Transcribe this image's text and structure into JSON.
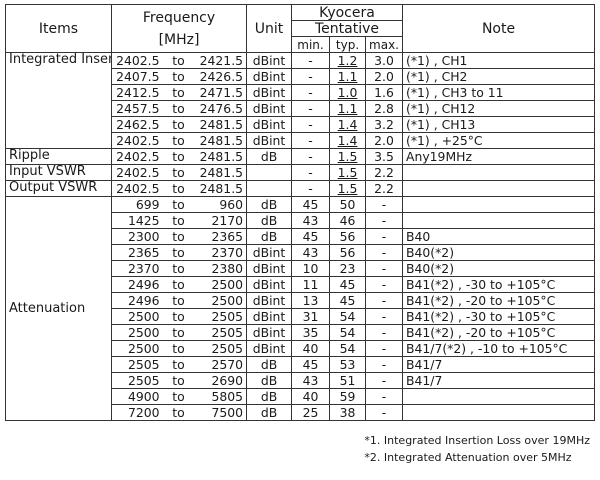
{
  "header": {
    "items": "Items",
    "frequency": "Frequency",
    "frequency_unit": "[MHz]",
    "unit": "Unit",
    "maker": "Kyocera",
    "tentative": "Tentative",
    "note": "Note",
    "min": "min.",
    "typ": "typ.",
    "max": "max."
  },
  "groups": [
    {
      "item": "Integrated Insertion Loss",
      "rows": [
        {
          "from": "2402.5",
          "to": "2421.5",
          "unit": "dBint",
          "min": "-",
          "typ": "1.2",
          "max": "3.0",
          "note": "(*1) , CH1"
        },
        {
          "from": "2407.5",
          "to": "2426.5",
          "unit": "dBint",
          "min": "-",
          "typ": "1.1",
          "max": "2.0",
          "note": "(*1) , CH2"
        },
        {
          "from": "2412.5",
          "to": "2471.5",
          "unit": "dBint",
          "min": "-",
          "typ": "1.0",
          "max": "1.6",
          "note": "(*1) , CH3 to 11"
        },
        {
          "from": "2457.5",
          "to": "2476.5",
          "unit": "dBint",
          "min": "-",
          "typ": "1.1",
          "max": "2.8",
          "note": "(*1) , CH12"
        },
        {
          "from": "2462.5",
          "to": "2481.5",
          "unit": "dBint",
          "min": "-",
          "typ": "1.4",
          "max": "3.2",
          "note": "(*1) , CH13"
        },
        {
          "from": "2402.5",
          "to": "2481.5",
          "unit": "dBint",
          "min": "-",
          "typ": "1.4",
          "max": "2.0",
          "note": "(*1) , +25°C"
        }
      ]
    },
    {
      "item": "Ripple",
      "rows": [
        {
          "from": "2402.5",
          "to": "2481.5",
          "unit": "dB",
          "min": "-",
          "typ": "1.5",
          "max": "3.5",
          "note": "Any19MHz"
        }
      ]
    },
    {
      "item": "Input VSWR",
      "rows": [
        {
          "from": "2402.5",
          "to": "2481.5",
          "unit": "",
          "min": "-",
          "typ": "1.5",
          "max": "2.2",
          "note": ""
        }
      ]
    },
    {
      "item": "Output VSWR",
      "rows": [
        {
          "from": "2402.5",
          "to": "2481.5",
          "unit": "",
          "min": "-",
          "typ": "1.5",
          "max": "2.2",
          "note": ""
        }
      ]
    },
    {
      "item": "Attenuation",
      "rows": [
        {
          "from": "699",
          "to": "960",
          "unit": "dB",
          "min": "45",
          "typ": "50",
          "max": "-",
          "note": ""
        },
        {
          "from": "1425",
          "to": "2170",
          "unit": "dB",
          "min": "43",
          "typ": "46",
          "max": "-",
          "note": ""
        },
        {
          "from": "2300",
          "to": "2365",
          "unit": "dB",
          "min": "45",
          "typ": "56",
          "max": "-",
          "note": "B40"
        },
        {
          "from": "2365",
          "to": "2370",
          "unit": "dBint",
          "min": "43",
          "typ": "56",
          "max": "-",
          "note": "B40(*2)"
        },
        {
          "from": "2370",
          "to": "2380",
          "unit": "dBint",
          "min": "10",
          "typ": "23",
          "max": "-",
          "note": "B40(*2)"
        },
        {
          "from": "2496",
          "to": "2500",
          "unit": "dBint",
          "min": "11",
          "typ": "45",
          "max": "-",
          "note": "B41(*2) , -30 to +105°C"
        },
        {
          "from": "2496",
          "to": "2500",
          "unit": "dBint",
          "min": "13",
          "typ": "45",
          "max": "-",
          "note": "B41(*2) , -20 to +105°C"
        },
        {
          "from": "2500",
          "to": "2505",
          "unit": "dBint",
          "min": "31",
          "typ": "54",
          "max": "-",
          "note": "B41(*2) , -30 to +105°C"
        },
        {
          "from": "2500",
          "to": "2505",
          "unit": "dBint",
          "min": "35",
          "typ": "54",
          "max": "-",
          "note": "B41(*2) , -20 to +105°C"
        },
        {
          "from": "2500",
          "to": "2505",
          "unit": "dBint",
          "min": "40",
          "typ": "54",
          "max": "-",
          "note": "B41/7(*2) , -10 to +105°C"
        },
        {
          "from": "2505",
          "to": "2570",
          "unit": "dB",
          "min": "45",
          "typ": "53",
          "max": "-",
          "note": "B41/7"
        },
        {
          "from": "2505",
          "to": "2690",
          "unit": "dB",
          "min": "43",
          "typ": "51",
          "max": "-",
          "note": "B41/7"
        },
        {
          "from": "4900",
          "to": "5805",
          "unit": "dB",
          "min": "40",
          "typ": "59",
          "max": "-",
          "note": ""
        },
        {
          "from": "7200",
          "to": "7500",
          "unit": "dB",
          "min": "25",
          "typ": "38",
          "max": "-",
          "note": ""
        }
      ]
    }
  ],
  "to_word": "to",
  "footnotes": [
    "*1. Integrated Insertion Loss over 19MHz",
    "*2. Integrated Attenuation over 5MHz"
  ]
}
